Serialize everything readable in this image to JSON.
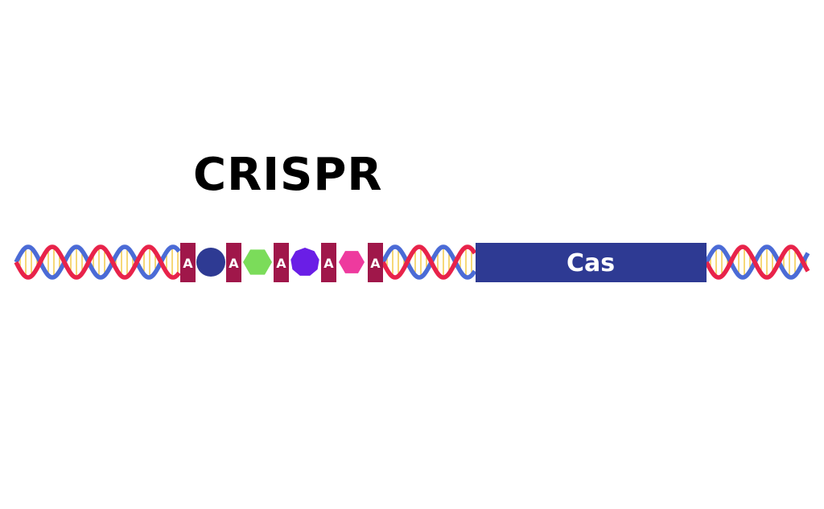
{
  "title": "CRISPR",
  "repeat_label": "A",
  "cas_label": "Cas",
  "colors": {
    "strand_red": "#e8234a",
    "strand_blue": "#4b6bd6",
    "rungs": "#f2c230",
    "repeat": "#a0174a",
    "cas_box": "#2e3a93",
    "spacer_1": "#2e3a93",
    "spacer_2": "#7bdc5a",
    "spacer_3": "#6a1ee6",
    "spacer_4": "#ee3a9e"
  },
  "spacers": [
    {
      "shape": "circle",
      "color": "#2e3a93"
    },
    {
      "shape": "hexagon",
      "color": "#7bdc5a"
    },
    {
      "shape": "nonagon",
      "color": "#6a1ee6"
    },
    {
      "shape": "hexagon",
      "color": "#ee3a9e"
    }
  ]
}
